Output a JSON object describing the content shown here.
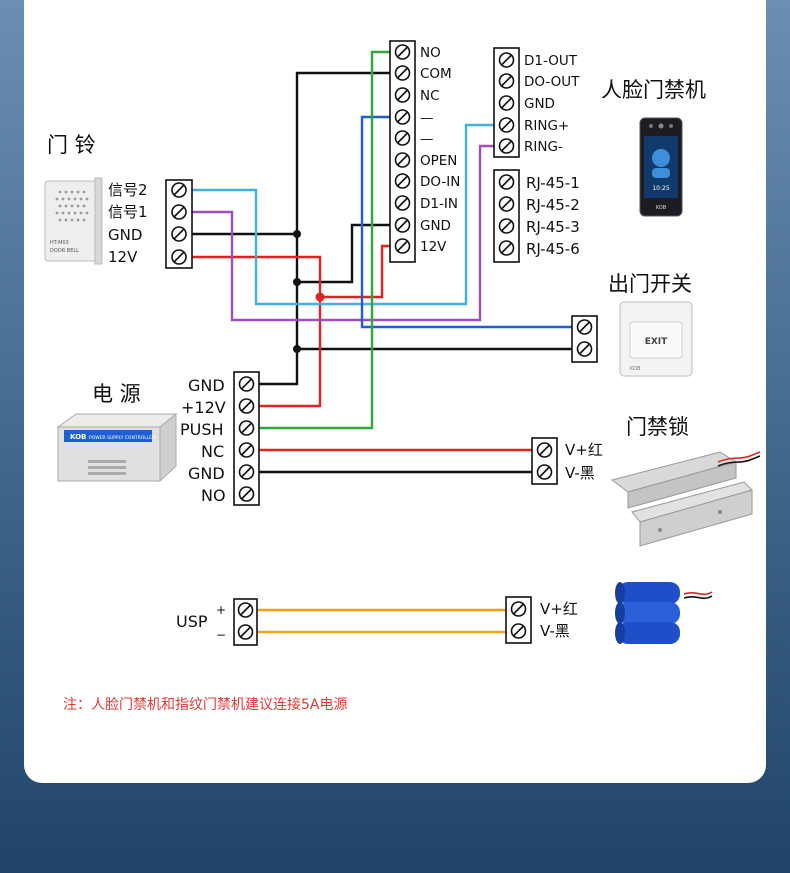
{
  "devices": {
    "doorbell": "门 铃",
    "face": "人脸门禁机",
    "exit": "出门开关",
    "power": "电 源",
    "lock": "门禁锁"
  },
  "doorbell_terms": [
    "信号2",
    "信号1",
    "GND",
    "12V"
  ],
  "doorbell_image_text": [
    "HT-M03",
    "DOOR BELL"
  ],
  "relay_terms": [
    "NO",
    "COM",
    "NC",
    "—",
    "—",
    "OPEN",
    "DO-IN",
    "D1-IN",
    "GND",
    "12V"
  ],
  "wiegand_terms": [
    "D1-OUT",
    "DO-OUT",
    "GND",
    "RING+",
    "RING-"
  ],
  "rj45_terms": [
    "RJ-45-1",
    "RJ-45-2",
    "RJ-45-3",
    "RJ-45-6"
  ],
  "face_screen_text": "10:25",
  "face_brand": "KOB",
  "exit_button": {
    "text": "EXIT",
    "brand": "KOB"
  },
  "power_terms": [
    "GND",
    "+12V",
    "PUSH",
    "NC",
    "GND",
    "NO"
  ],
  "power_box": {
    "brand": "KOB",
    "title": "POWER SUPPLY CONTROLLER"
  },
  "lock_terms": [
    "V+红",
    "V-黑"
  ],
  "usp": {
    "label": "USP",
    "plus": "+",
    "minus": "−"
  },
  "battery_terms": [
    "V+红",
    "V-黑"
  ],
  "note": "注：人脸门禁机和指纹门禁机建议连接5A电源",
  "colors": {
    "black": "#111111",
    "blue": "#1f5fd6",
    "cyan": "#3fb1e6",
    "purple": "#a14bc2",
    "red": "#e0231f",
    "green": "#2ea836",
    "orange": "#f0a21c",
    "note": "#e53935"
  }
}
